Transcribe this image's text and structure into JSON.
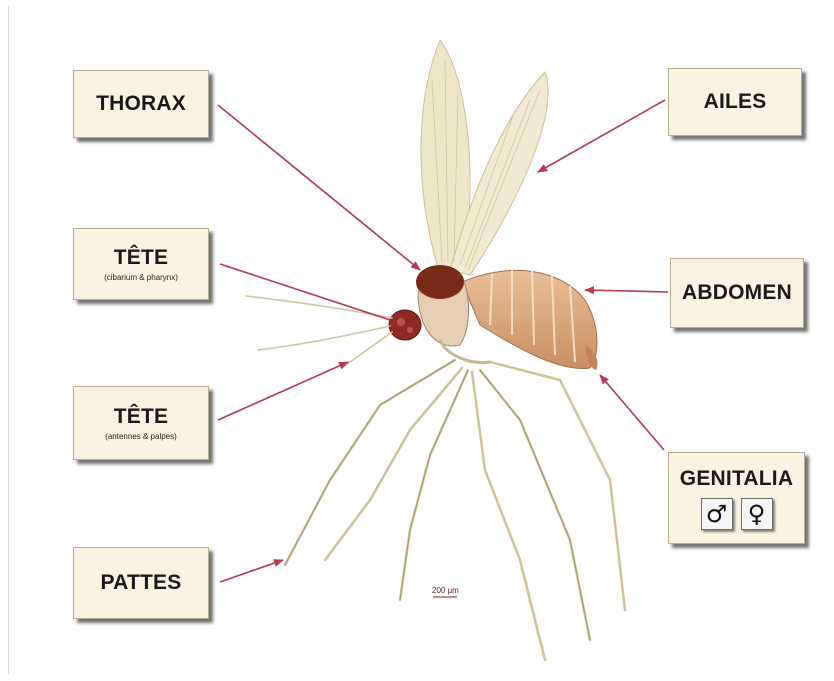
{
  "labels": {
    "thorax": "THORAX",
    "ailes": "AILES",
    "tete1": {
      "title": "TÊTE",
      "sub": "(cibarium & pharynx)"
    },
    "abdomen": "ABDOMEN",
    "tete2": {
      "title": "TÊTE",
      "sub": "(antennes & palpes)"
    },
    "genitalia": {
      "title": "GENITALIA",
      "male": "♂",
      "female": "♀"
    },
    "pattes": "PATTES"
  },
  "scale_bar": "200 µm",
  "colors": {
    "arrow": "#b83a52",
    "label_bg": "#fbf3e2",
    "wing": "#efe6c9",
    "thorax": "#7a2b18",
    "abdomen": "#d9a47a",
    "leg": "#d5c9a3"
  }
}
